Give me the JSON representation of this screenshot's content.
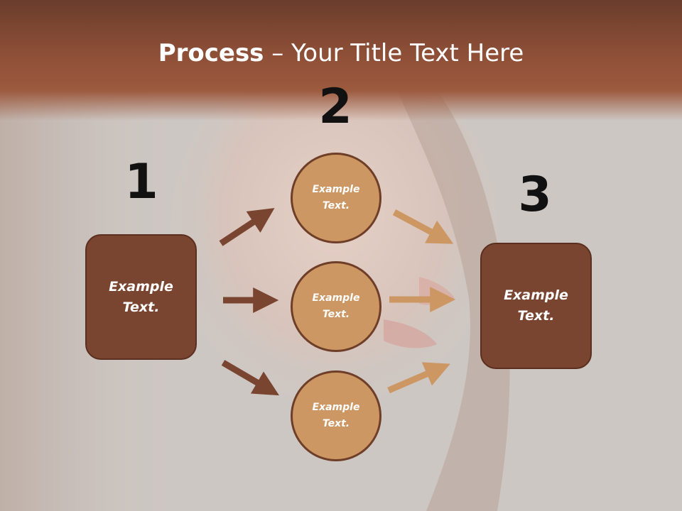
{
  "title": {
    "bold": "Process",
    "rest": " – Your Title Text Here"
  },
  "steps": [
    {
      "number": "1",
      "label": "Example\nText."
    },
    {
      "number": "2",
      "items": [
        "Example\nText.",
        "Example\nText.",
        "Example\nText."
      ]
    },
    {
      "number": "3",
      "label": "Example\nText."
    }
  ],
  "colors": {
    "header": "#8e4f37",
    "box_fill": "#7a4530",
    "circle_fill": "#cd9763",
    "arrow_dark": "#7a4530",
    "arrow_light": "#cd9763"
  }
}
